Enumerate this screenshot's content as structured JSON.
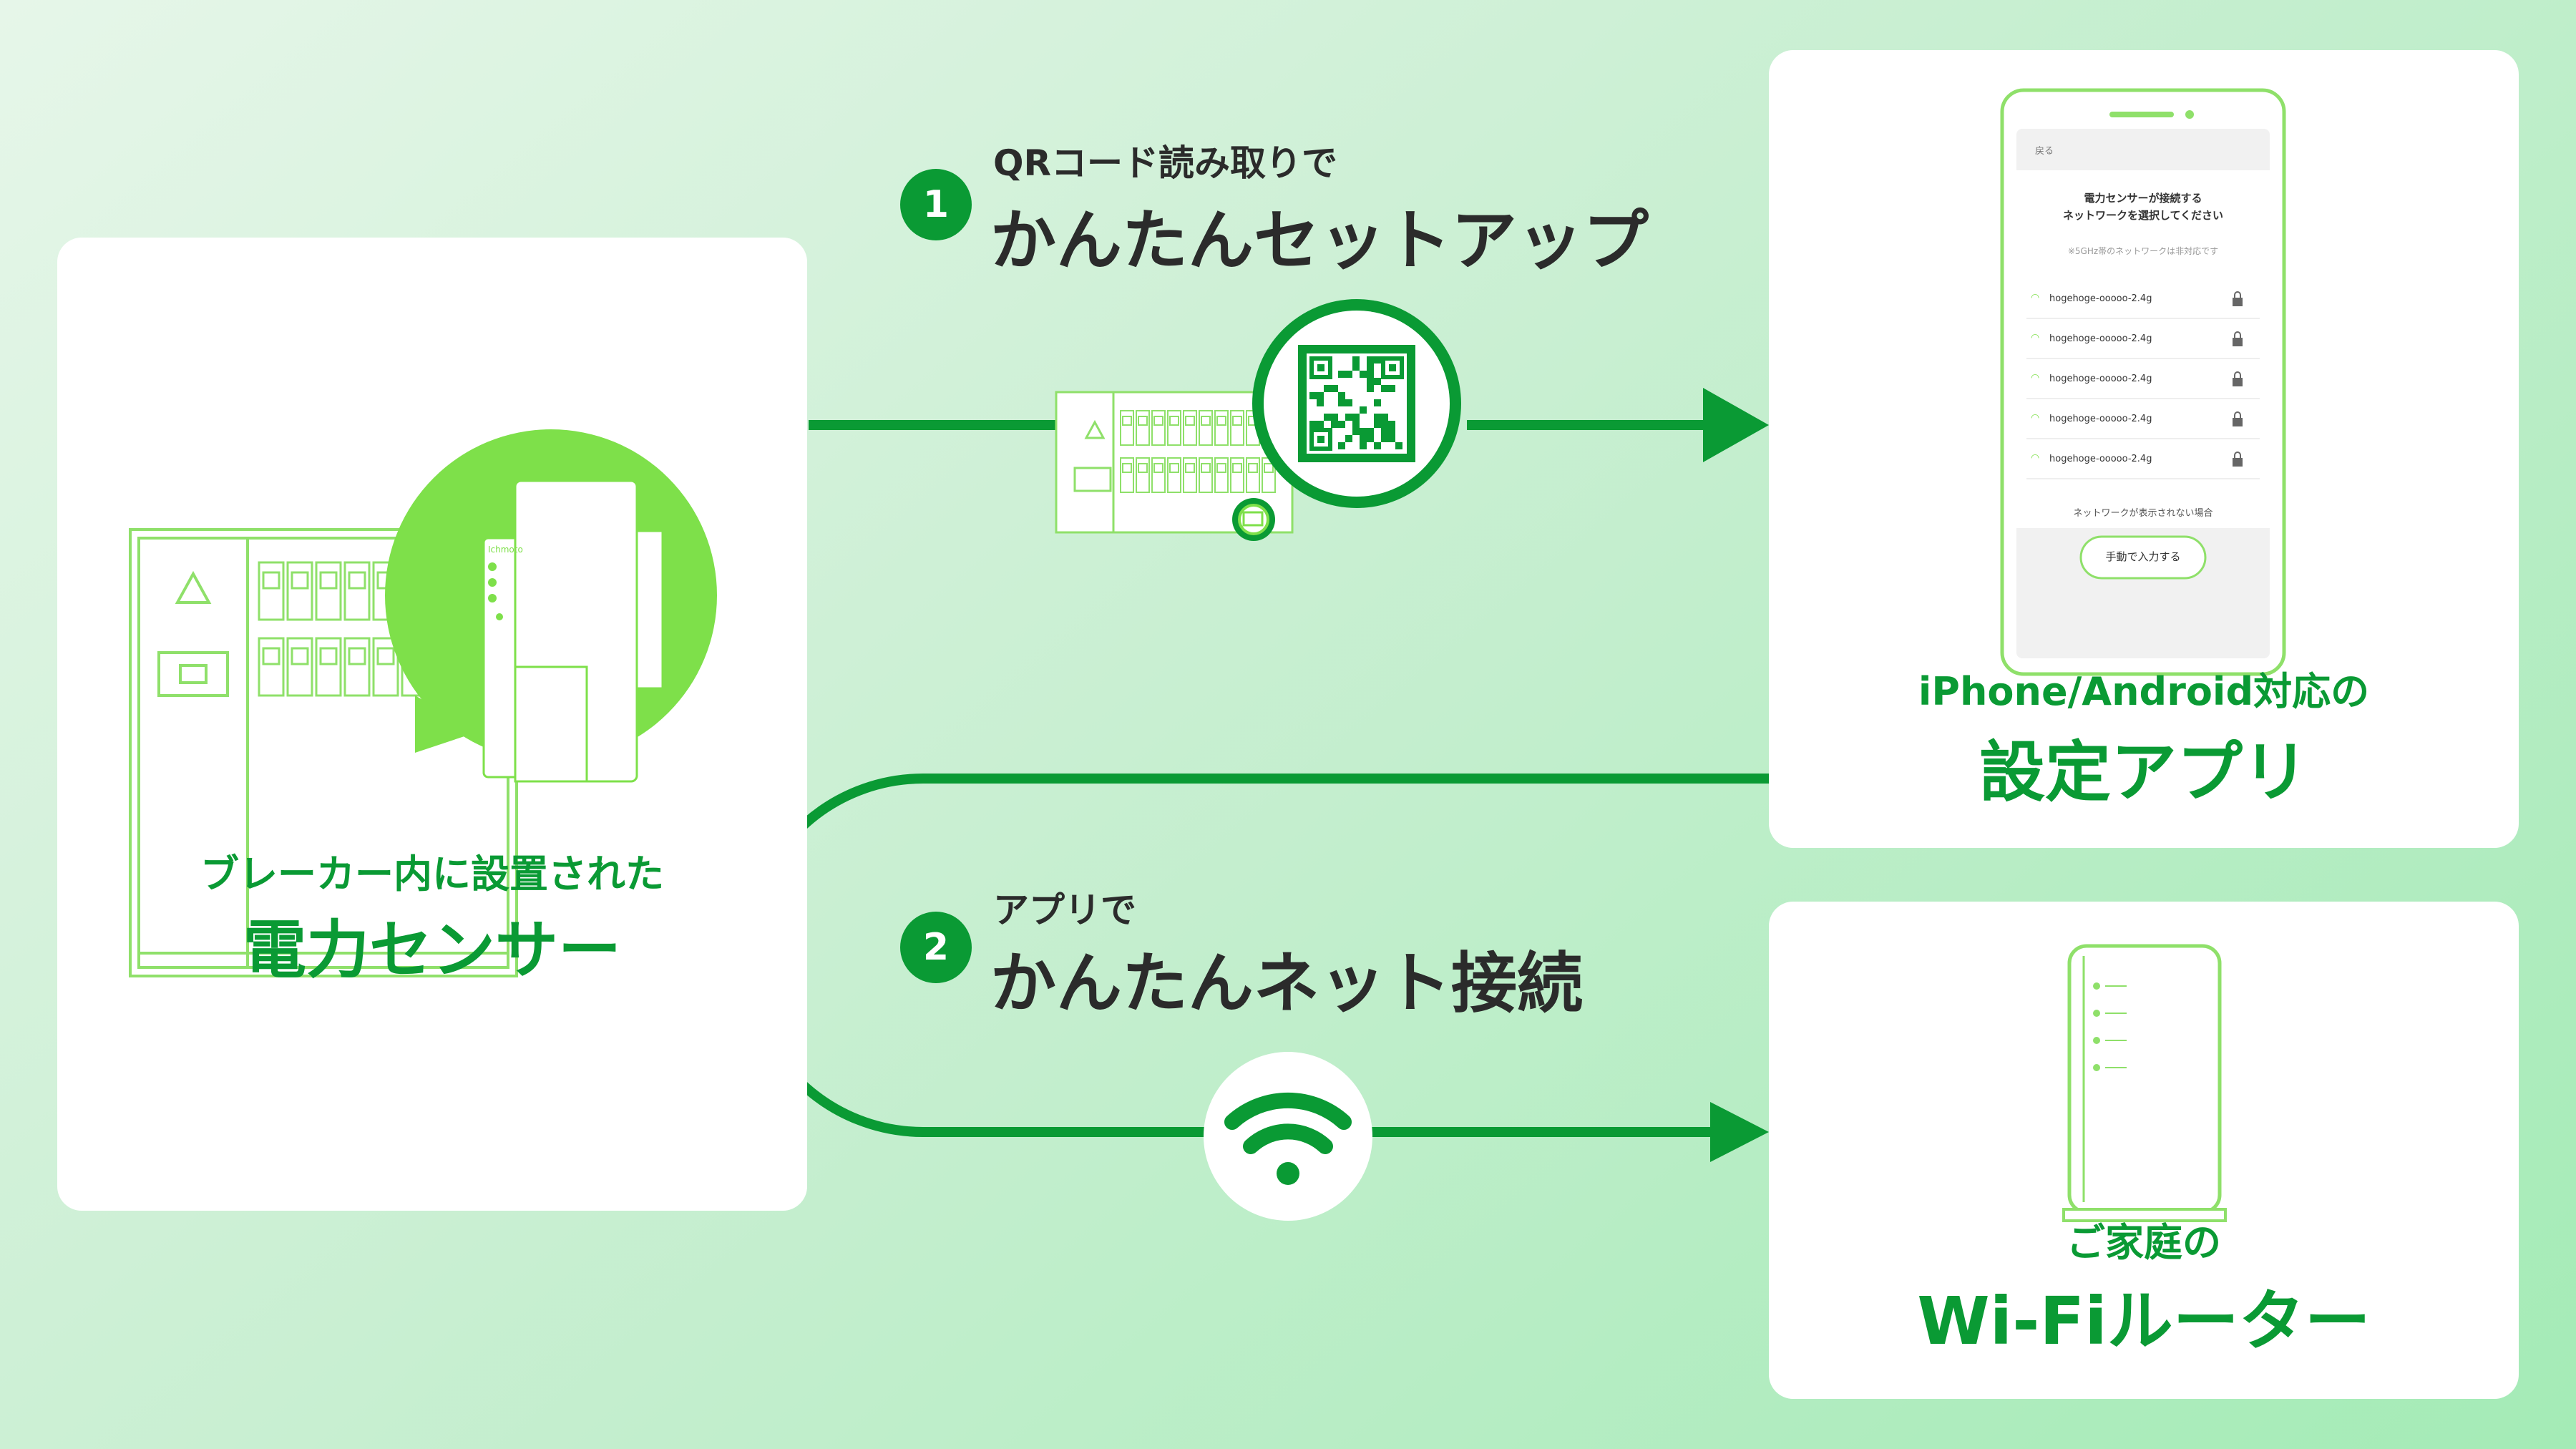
{
  "colors": {
    "accent": "#0a9a34",
    "lime": "#7ee04a",
    "line": "#8fe06a",
    "bg_start": "#e6f6e9",
    "bg_end": "#a4ebb6"
  },
  "sensor": {
    "caption": "ブレーカー内に設置された",
    "title": "電力センサー",
    "device_label": "Ichmoto",
    "icon": "electric-panel-with-sensor"
  },
  "step1": {
    "number": "1",
    "subtitle": "QRコード読み取りで",
    "title": "かんたんセットアップ",
    "icon": "qr-code-icon"
  },
  "step2": {
    "number": "2",
    "subtitle": "アプリで",
    "title": "かんたんネット接続",
    "icon": "wifi-icon"
  },
  "app": {
    "caption": "iPhone/Android対応の",
    "title": "設定アプリ",
    "screen": {
      "back": "戻る",
      "heading1": "電力センサーが接続する",
      "heading2": "ネットワークを選択してください",
      "note": "※5GHz帯のネットワークは非対応です",
      "networks": [
        "hogehoge-ooooo-2.4g",
        "hogehoge-ooooo-2.4g",
        "hogehoge-ooooo-2.4g",
        "hogehoge-ooooo-2.4g",
        "hogehoge-ooooo-2.4g"
      ],
      "not_shown": "ネットワークが表示されない場合",
      "manual_button": "手動で入力する"
    }
  },
  "router": {
    "caption": "ご家庭の",
    "title": "Wi-Fiルーター",
    "icon": "wifi-router-icon"
  }
}
